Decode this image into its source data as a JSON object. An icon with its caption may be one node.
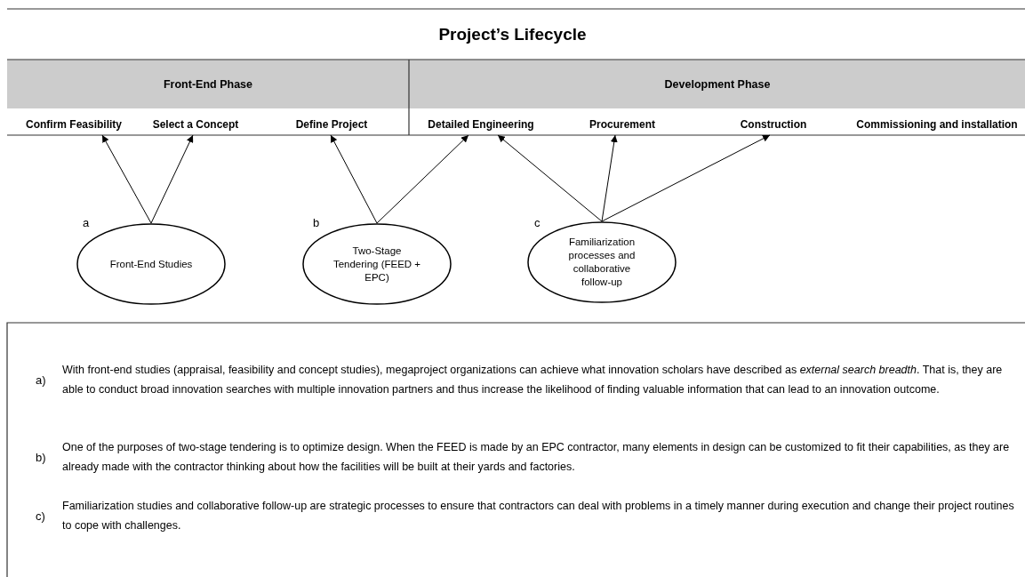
{
  "diagram": {
    "title": "Project’s Lifecycle",
    "nodes": [
      {
        "text": [
          "Front-End Phase"
        ]
      },
      {
        "text": [
          "Development Phase"
        ]
      },
      {
        "text": [
          "Confirm Feasibility"
        ]
      },
      {
        "text": [
          "Select a Concept"
        ]
      },
      {
        "text": [
          "Define Project"
        ]
      },
      {
        "text": [
          "Detailed Engineering"
        ]
      },
      {
        "text": [
          "Procurement"
        ]
      },
      {
        "text": [
          "Construction"
        ]
      },
      {
        "text": [
          "Commissioning and installation"
        ]
      },
      {
        "text": [
          "Front-End Studies"
        ],
        "beside": [
          "a"
        ]
      },
      {
        "text": [
          "Two-Stage Tendering (FEED + EPC)"
        ],
        "beside": [
          "b"
        ]
      },
      {
        "text": [
          "Familiarization processes and collaborative follow-up"
        ],
        "beside": [
          "c"
        ]
      }
    ],
    "edges": [
      {
        "from": 9,
        "to": 2,
        "arrow": "to"
      },
      {
        "from": 9,
        "to": 3,
        "arrow": "to"
      },
      {
        "from": 10,
        "to": 4,
        "arrow": "to"
      },
      {
        "from": 10,
        "to": 5,
        "arrow": "to"
      },
      {
        "from": 11,
        "to": 5,
        "arrow": "to"
      },
      {
        "from": 11,
        "to": 6,
        "arrow": "to"
      },
      {
        "from": 11,
        "to": 7,
        "arrow": "to"
      }
    ],
    "labels": [
      "a)",
      "With front-end studies (appraisal, feasibility and concept studies), megaproject organizations can achieve what innovation scholars have described as *external search breadth*. That is, they are able to conduct broad innovation searches with multiple innovation partners and thus increase the likelihood of finding valuable information that can lead to an innovation outcome.",
      "b)",
      "One of the purposes of two-stage tendering is to optimize design. When the FEED is made by an EPC contractor, many elements in design can be customized to fit their capabilities, as they are already made with the contractor thinking about how the facilities will be built at their yards and factories.",
      "c)",
      "Familiarization studies and collaborative follow-up are strategic processes to ensure that contractors can deal with problems in a timely manner during execution and change their project routines to cope with challenges."
    ]
  }
}
